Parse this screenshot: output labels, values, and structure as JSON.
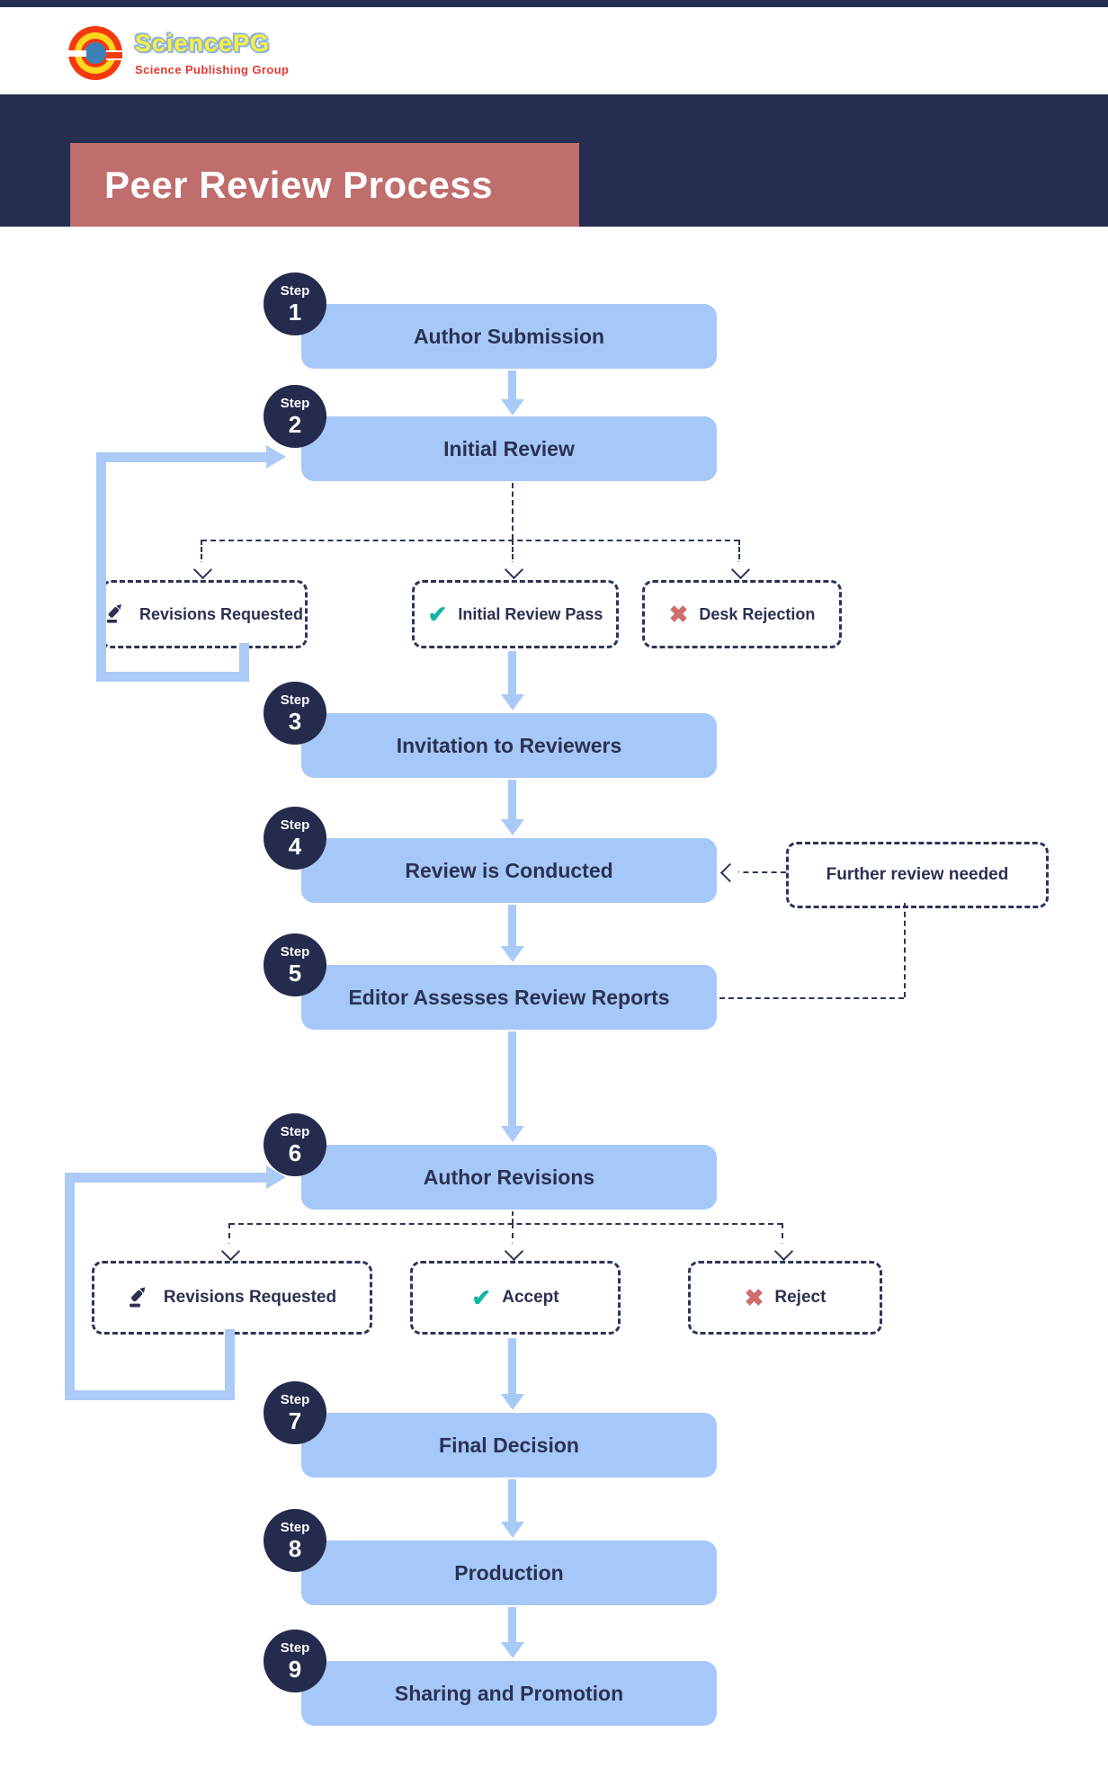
{
  "logo": {
    "name": "SciencePG",
    "tagline": "Science Publishing Group"
  },
  "banner": {
    "title": "Peer Review Process"
  },
  "steps": [
    {
      "badge": "Step",
      "number": "1",
      "label": "Author Submission"
    },
    {
      "badge": "Step",
      "number": "2",
      "label": "Initial Review"
    },
    {
      "badge": "Step",
      "number": "3",
      "label": "Invitation to Reviewers"
    },
    {
      "badge": "Step",
      "number": "4",
      "label": "Review is Conducted"
    },
    {
      "badge": "Step",
      "number": "5",
      "label": "Editor Assesses Review Reports"
    },
    {
      "badge": "Step",
      "number": "6",
      "label": "Author Revisions"
    },
    {
      "badge": "Step",
      "number": "7",
      "label": "Final Decision"
    },
    {
      "badge": "Step",
      "number": "8",
      "label": "Production"
    },
    {
      "badge": "Step",
      "number": "9",
      "label": "Sharing and Promotion"
    }
  ],
  "branch1": {
    "options": [
      {
        "icon": "pencil-icon",
        "label": "Revisions Requested"
      },
      {
        "icon": "check-icon",
        "label": "Initial Review Pass"
      },
      {
        "icon": "cross-icon",
        "label": "Desk Rejection"
      }
    ]
  },
  "branch2": {
    "options": [
      {
        "icon": "pencil-icon",
        "label": "Revisions Requested"
      },
      {
        "icon": "check-icon",
        "label": "Accept"
      },
      {
        "icon": "cross-icon",
        "label": "Reject"
      }
    ]
  },
  "note": {
    "label": "Further review needed"
  },
  "icons": {
    "check": "✔",
    "cross": "✖"
  },
  "colors": {
    "navy_band": "#262e4f",
    "badge_navy": "#242b4c",
    "bar_blue": "#a6c8f8",
    "arrow_blue": "#a9c9f6",
    "loop_blue": "#abcaf5",
    "title_salmon": "#bf6d6d",
    "dashed_navy": "#2b3557",
    "check_teal": "#13b5a3",
    "cross_red": "#cf6c6c"
  }
}
